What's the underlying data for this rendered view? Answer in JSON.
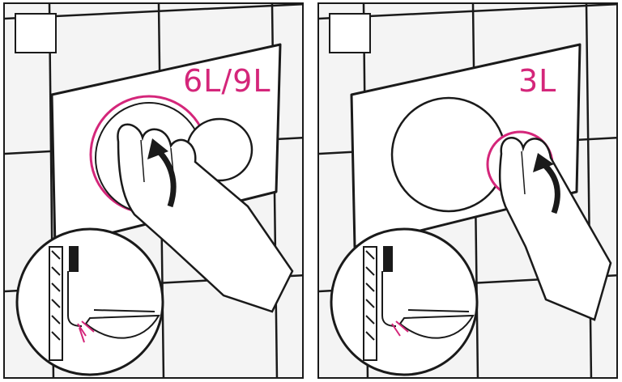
{
  "colors": {
    "accent": "#d4267a",
    "line": "#1a1a1a",
    "tile": "#f4f4f4"
  },
  "panels": [
    {
      "step": "",
      "volume_label": "6L/9L",
      "action": "press-large-button"
    },
    {
      "step": "",
      "volume_label": "3L",
      "action": "press-small-button"
    }
  ]
}
